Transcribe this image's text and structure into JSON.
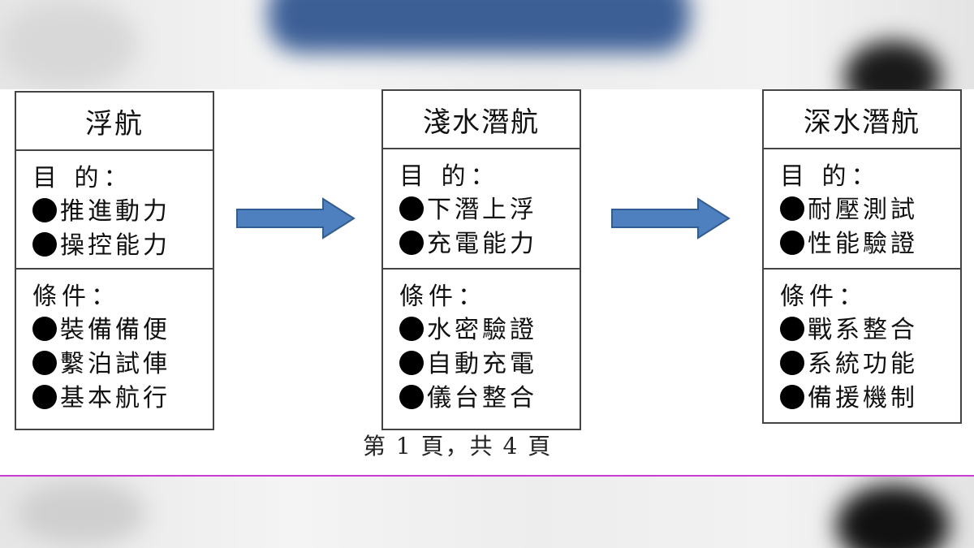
{
  "stages": [
    {
      "title": "浮航",
      "goal_label": "目 的：",
      "goals": [
        "推進動力",
        "操控能力"
      ],
      "cond_label": "條件：",
      "conditions": [
        "裝備備便",
        "繫泊試俥",
        "基本航行"
      ]
    },
    {
      "title": "淺水潛航",
      "goal_label": "目 的：",
      "goals": [
        "下潛上浮",
        "充電能力"
      ],
      "cond_label": "條件：",
      "conditions": [
        "水密驗證",
        "自動充電",
        "儀台整合"
      ]
    },
    {
      "title": "深水潛航",
      "goal_label": "目 的：",
      "goals": [
        "耐壓測試",
        "性能驗證"
      ],
      "cond_label": "條件：",
      "conditions": [
        "戰系整合",
        "系統功能",
        "備援機制"
      ]
    }
  ],
  "footer": "第 1 頁，共 4 頁",
  "colors": {
    "arrow_fill": "#4e7fbf",
    "arrow_stroke": "#2f5d94",
    "border": "#444444",
    "divider": "#c93ccf"
  }
}
